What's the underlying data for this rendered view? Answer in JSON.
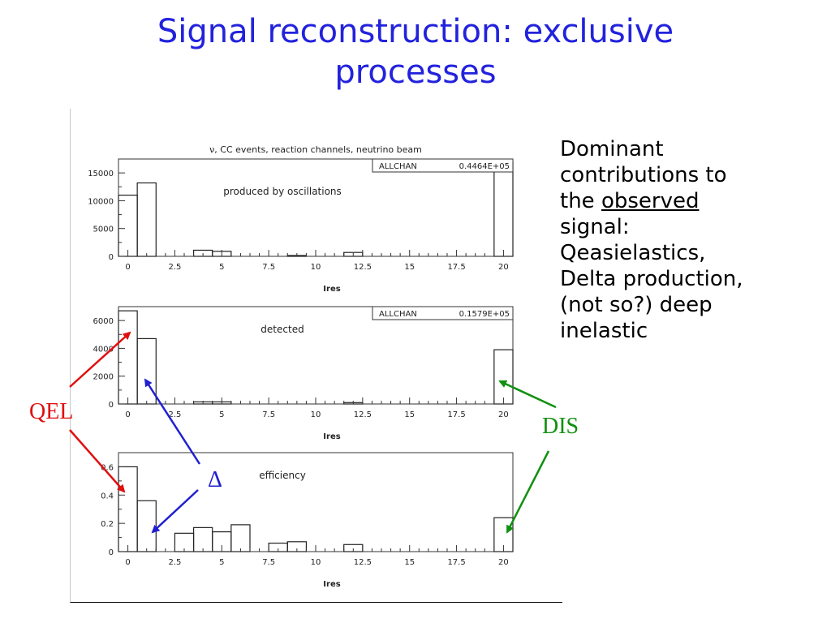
{
  "slide": {
    "title_line1": "Signal reconstruction: exclusive",
    "title_line2": "processes"
  },
  "side_text": {
    "line1": "Dominant",
    "line2": "contributions to",
    "line3_pre": "the ",
    "line3_ul": "observed",
    "line4": "signal:",
    "line5": "Qeasielastics,",
    "line6": "Delta production,",
    "line7": "(not so?) deep",
    "line8": "inelastic"
  },
  "annotations": {
    "qel": "QEL",
    "dis": "DIS",
    "delta": "Δ"
  },
  "colors": {
    "title": "#2222dd",
    "qel": "#e01010",
    "dis": "#109010",
    "delta": "#2020d0"
  },
  "chart_data": [
    {
      "type": "bar",
      "title": "ν, CC events, reaction channels, neutrino beam",
      "annotation": "produced by oscillations",
      "stat_label": "ALLCHAN",
      "stat_value": "0.4464E+05",
      "xlabel": "Ires",
      "xlim": [
        -0.5,
        20.5
      ],
      "ylim": [
        0,
        17500
      ],
      "yticks": [
        0,
        5000,
        10000,
        15000
      ],
      "xtick_labels": [
        "0",
        "2.5",
        "5",
        "7.5",
        "10",
        "12.5",
        "15",
        "17.5",
        "20"
      ],
      "bins": [
        0,
        1,
        2,
        3,
        4,
        5,
        6,
        7,
        8,
        9,
        10,
        11,
        12,
        13,
        14,
        15,
        16,
        17,
        18,
        19,
        20
      ],
      "values": [
        11000,
        13200,
        0,
        0,
        1100,
        900,
        0,
        0,
        0,
        150,
        0,
        0,
        700,
        0,
        0,
        0,
        0,
        0,
        0,
        0,
        17000
      ]
    },
    {
      "type": "bar",
      "annotation": "detected",
      "stat_label": "ALLCHAN",
      "stat_value": "0.1579E+05",
      "xlabel": "Ires",
      "xlim": [
        -0.5,
        20.5
      ],
      "ylim": [
        0,
        7000
      ],
      "yticks": [
        0,
        2000,
        4000,
        6000
      ],
      "xtick_labels": [
        "0",
        "2.5",
        "5",
        "7.5",
        "10",
        "12.5",
        "15",
        "17.5",
        "20"
      ],
      "bins": [
        0,
        1,
        2,
        3,
        4,
        5,
        6,
        7,
        8,
        9,
        10,
        11,
        12,
        13,
        14,
        15,
        16,
        17,
        18,
        19,
        20
      ],
      "values": [
        6700,
        4700,
        0,
        0,
        150,
        150,
        0,
        0,
        0,
        0,
        0,
        0,
        100,
        0,
        0,
        0,
        0,
        0,
        0,
        0,
        3900
      ]
    },
    {
      "type": "bar",
      "annotation": "efficiency",
      "xlabel": "Ires",
      "xlim": [
        -0.5,
        20.5
      ],
      "ylim": [
        0,
        0.7
      ],
      "yticks": [
        0,
        0.2,
        0.4,
        0.6
      ],
      "ytick_labels": [
        "0",
        "0.2",
        "0.4",
        "0.6"
      ],
      "xtick_labels": [
        "0",
        "2.5",
        "5",
        "7.5",
        "10",
        "12.5",
        "15",
        "17.5",
        "20"
      ],
      "bins": [
        0,
        1,
        2,
        3,
        4,
        5,
        6,
        7,
        8,
        9,
        10,
        11,
        12,
        13,
        14,
        15,
        16,
        17,
        18,
        19,
        20
      ],
      "values": [
        0.6,
        0.36,
        0,
        0.13,
        0.17,
        0.14,
        0.19,
        0,
        0.06,
        0.07,
        0,
        0,
        0.05,
        0,
        0,
        0,
        0,
        0,
        0,
        0,
        0.24
      ]
    }
  ]
}
